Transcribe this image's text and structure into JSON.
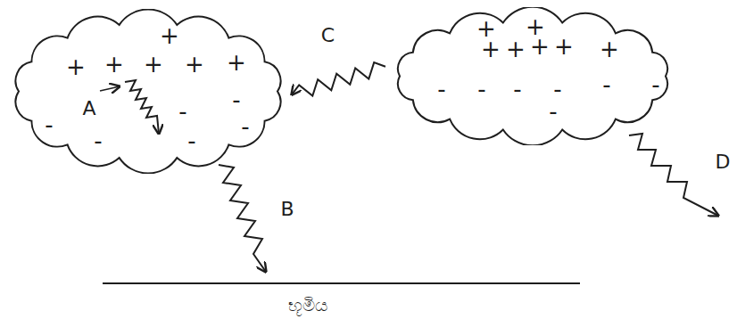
{
  "diagram": {
    "nodes": [
      {
        "text": [
          "+",
          "+",
          "+",
          "+",
          "+",
          "+",
          "-",
          "-",
          "-",
          "-",
          "-",
          "-"
        ]
      },
      {
        "text": [
          "+",
          "+",
          "+",
          "+",
          "+",
          "+",
          "+",
          "-",
          "-",
          "-",
          "-",
          "-",
          "-",
          "-"
        ]
      }
    ],
    "edges": [
      {
        "from": 1,
        "to": 0,
        "arrow": "to",
        "label": "C"
      }
    ],
    "labels": [
      "A",
      "B",
      "D",
      "භූමිය"
    ]
  }
}
